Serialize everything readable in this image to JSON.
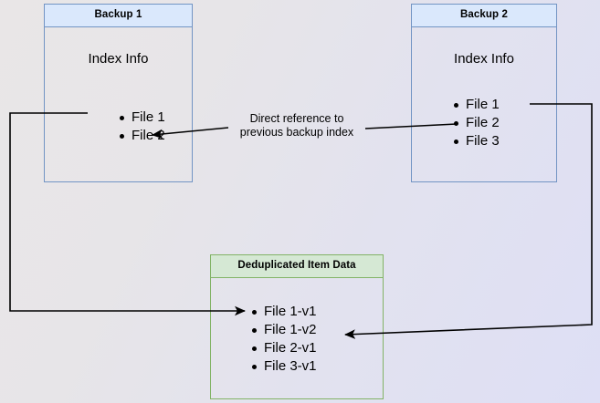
{
  "diagram": {
    "title_hidden": "",
    "background": {
      "from": "#e9e6e7",
      "to": "#dedff5"
    },
    "colors": {
      "backup_border": "#7294c4",
      "backup_header_fill": "#dae8fc",
      "dedup_border": "#82b366",
      "dedup_header_fill": "#d5e8d4",
      "edge_stroke": "#000000"
    },
    "nodes": [
      {
        "id": "backup-1",
        "header": "Backup 1",
        "body_title": "Index Info",
        "items": [
          "File 1",
          "File 2"
        ]
      },
      {
        "id": "backup-2",
        "header": "Backup 2",
        "body_title": "Index Info",
        "items": [
          "File 1",
          "File 2",
          "File 3"
        ]
      },
      {
        "id": "deduplicated-item-data",
        "header": "Deduplicated Item Data",
        "body_title": "",
        "items": [
          "File 1-v1",
          "File 1-v2",
          "File 2-v1",
          "File 3-v1"
        ]
      }
    ],
    "edges": [
      {
        "id": "direct-reference",
        "label_line_1": "Direct reference to",
        "label_line_2": "previous backup index",
        "from": "backup-2.File 2",
        "to": "backup-1.File 2"
      },
      {
        "id": "backup1-file1-to-dedup",
        "from": "backup-1.File 1",
        "to": "deduplicated-item-data.File 1-v1"
      },
      {
        "id": "backup2-file1-to-dedup",
        "from": "backup-2.File 1",
        "to": "deduplicated-item-data.File 1-v2"
      }
    ]
  }
}
